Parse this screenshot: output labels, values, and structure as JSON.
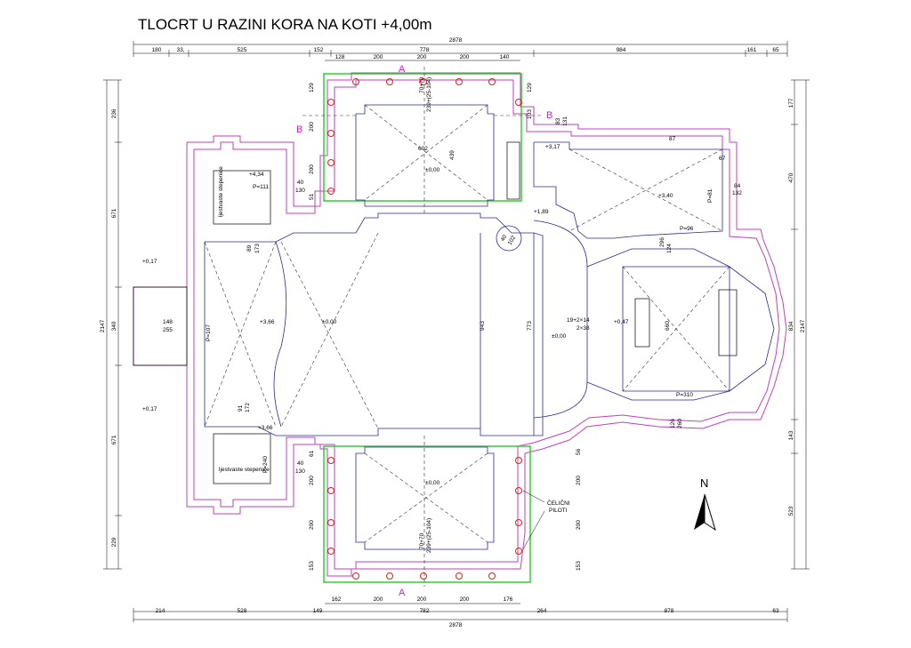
{
  "title": "TLOCRT U RAZINI KORA NA KOTI +4,00m",
  "top_overall": "2878",
  "bottom_overall": "2878",
  "top_dims": [
    "180",
    "33,",
    "525",
    "152",
    "778",
    "984",
    "161",
    "65"
  ],
  "top_sub_dims": [
    "128",
    "200",
    "200",
    "200",
    "140"
  ],
  "bottom_dims": [
    "214",
    "528",
    "149",
    "782",
    "264",
    "878",
    "63"
  ],
  "bottom_sub_dims": [
    "162",
    "200",
    "200",
    "200",
    "176"
  ],
  "left_dims": [
    "236",
    "671",
    "340",
    "671",
    "229"
  ],
  "left_overall": "2147",
  "right_dims": [
    "177",
    "470",
    "834",
    "143",
    "523"
  ],
  "right_overall": "2147",
  "section_labels": {
    "a_top": "A",
    "a_bottom": "A",
    "b_left": "B",
    "b_right": "B"
  },
  "levels": {
    "apse_top": "±0,00",
    "apse_bottom": "±0,00",
    "nave": "±0,00",
    "crossing": "±0,00",
    "left_choir": "+3,66",
    "left_top_stair": "+4,34",
    "left_bottom_stair": "+3,66",
    "outside_left_top": "+0,17",
    "outside_left_bottom": "+0,17",
    "right_room": "+3,40",
    "right_stair_top": "+3,17",
    "right_landing": "+1,89",
    "sanctuary": "+0,47"
  },
  "room_labels": {
    "stair_top": "ljestvaste stepenice",
    "stair_bottom": "ljestvaste stepenice",
    "p_left": "P=107",
    "p_right_room": "P=81",
    "p_96": "P=96",
    "p_310": "P=310",
    "p_240": "P=240",
    "p_111": "P=111"
  },
  "annotations": {
    "top_portal_1": "70+70",
    "top_portal_2": "239+(25-104)",
    "bottom_portal_1": "70+70",
    "bottom_portal_2": "239+(25-104)",
    "nave_width": "943",
    "crossing_width": "773",
    "sanctuary_width": "660",
    "apse_depth": "439",
    "apse_width": "602",
    "stair_note": "19+2×14",
    "stair_note2": "2×38",
    "left_148": "148",
    "left_255": "255",
    "dim_40a": "40",
    "dim_130a": "130",
    "dim_40b": "40",
    "dim_130b": "130",
    "dim_89": "89",
    "dim_173": "173",
    "dim_91": "91",
    "dim_172": "172",
    "dim_84": "84",
    "dim_132": "132",
    "dim_87": "87",
    "dim_67": "67",
    "dim_126": "126",
    "dim_260": "260",
    "dim_296": "296",
    "dim_124": "124",
    "dim_83": "83",
    "dim_131": "131",
    "dim_103": "103",
    "dim_129a": "129",
    "dim_200a": "200",
    "dim_200b": "200",
    "dim_51": "51",
    "dim_129b": "129",
    "dim_61": "61",
    "dim_200c": "200",
    "dim_200d": "200",
    "dim_153a": "153",
    "dim_56": "56",
    "dim_200e": "200",
    "dim_200f": "200",
    "dim_153b": "153",
    "dim_spiral1": "40",
    "dim_spiral2": "102"
  },
  "pilots_label_1": "ČELIČNI",
  "pilots_label_2": "PILOTI",
  "north": "N",
  "colors": {
    "wall": "#c040c0",
    "inner": "#2a2a9a",
    "piles": "#e02020",
    "frame": "#22cc22",
    "section": "#d020c8"
  }
}
